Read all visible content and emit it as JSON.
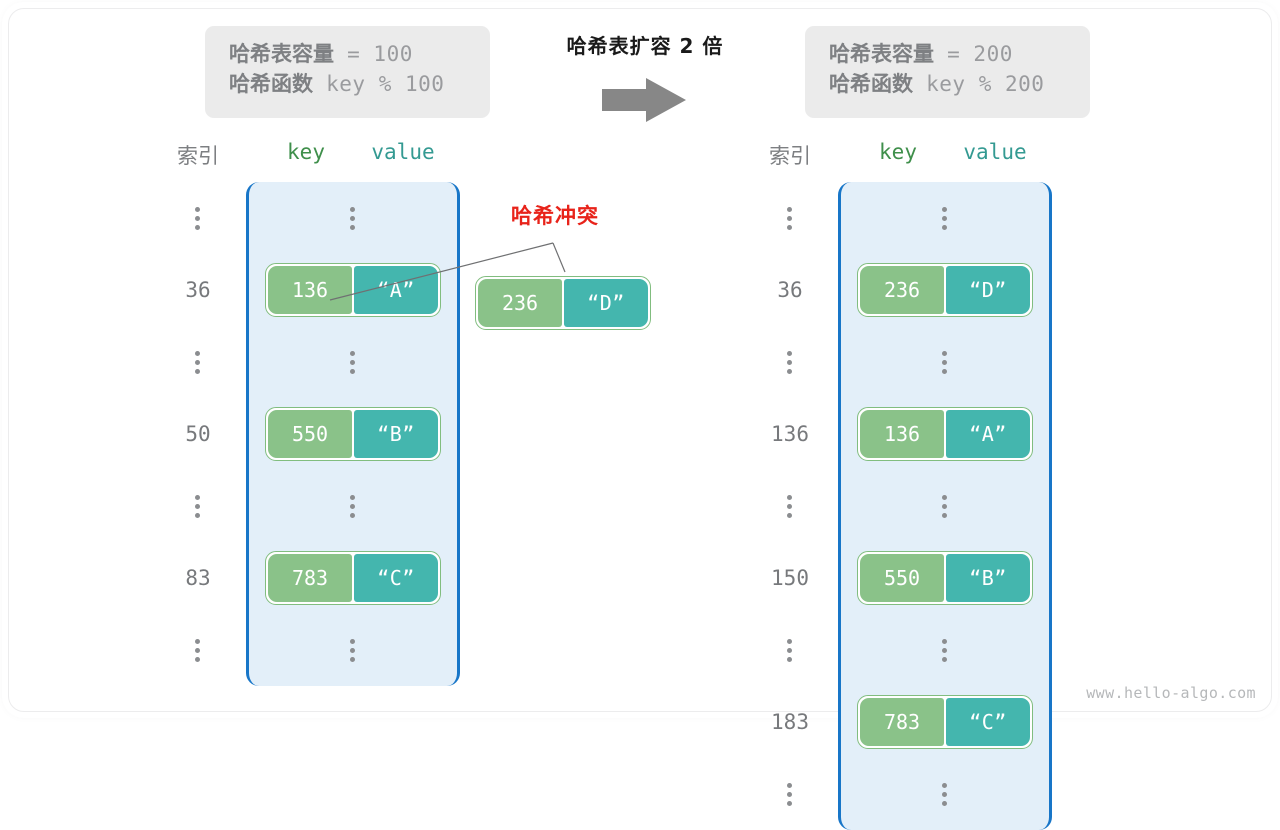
{
  "transform": {
    "title": "哈希表扩容 2 倍",
    "arrow_icon": "right-arrow-icon"
  },
  "info_left": {
    "capacity_label": "哈希表容量",
    "capacity_value": " = 100",
    "function_label": "哈希函数",
    "function_value": " key % 100"
  },
  "info_right": {
    "capacity_label": "哈希表容量",
    "capacity_value": " = 200",
    "function_label": "哈希函数",
    "function_value": " key % 200"
  },
  "headers": {
    "index": "索引",
    "key": "key",
    "value": "value"
  },
  "collision": {
    "label": "哈希冲突",
    "entry": {
      "key": "236",
      "value": "“D”"
    }
  },
  "left_table": {
    "rows": [
      {
        "index": "⋮",
        "type": "dots"
      },
      {
        "index": "36",
        "type": "entry",
        "key": "136",
        "value": "“A”"
      },
      {
        "index": "⋮",
        "type": "dots"
      },
      {
        "index": "50",
        "type": "entry",
        "key": "550",
        "value": "“B”"
      },
      {
        "index": "⋮",
        "type": "dots"
      },
      {
        "index": "83",
        "type": "entry",
        "key": "783",
        "value": "“C”"
      },
      {
        "index": "⋮",
        "type": "dots"
      }
    ]
  },
  "right_table": {
    "rows": [
      {
        "index": "⋮",
        "type": "dots"
      },
      {
        "index": "36",
        "type": "entry",
        "key": "236",
        "value": "“D”"
      },
      {
        "index": "⋮",
        "type": "dots"
      },
      {
        "index": "136",
        "type": "entry",
        "key": "136",
        "value": "“A”"
      },
      {
        "index": "⋮",
        "type": "dots"
      },
      {
        "index": "150",
        "type": "entry",
        "key": "550",
        "value": "“B”"
      },
      {
        "index": "⋮",
        "type": "dots"
      },
      {
        "index": "183",
        "type": "entry",
        "key": "783",
        "value": "“C”"
      },
      {
        "index": "⋮",
        "type": "dots"
      }
    ]
  },
  "watermark": "www.hello-algo.com",
  "colors": {
    "key_cell": "#8ac289",
    "value_cell": "#44b6ae",
    "bucket_fill": "#e3eff9",
    "bucket_border": "#1876c8",
    "collision_red": "#e8231a",
    "arrow_gray": "#878787",
    "info_box_bg": "#ebebeb"
  }
}
